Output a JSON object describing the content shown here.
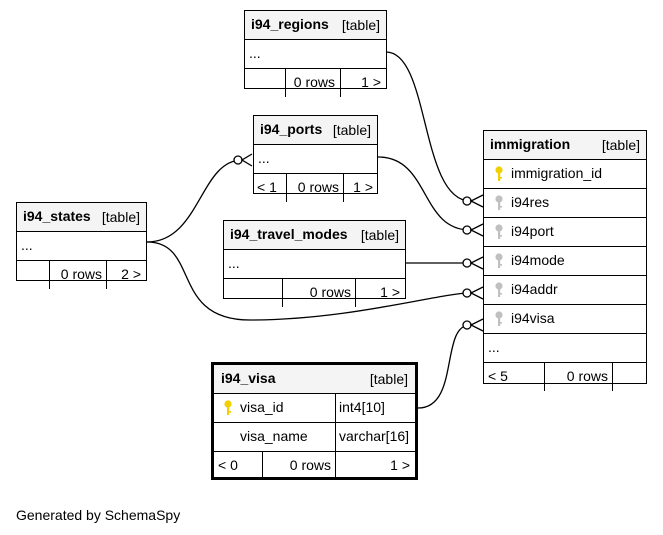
{
  "tables": {
    "i94_regions": {
      "name": "i94_regions",
      "type": "[table]",
      "body": "...",
      "rows": "0 rows",
      "next": "1 >"
    },
    "i94_ports": {
      "name": "i94_ports",
      "type": "[table]",
      "body": "...",
      "prev": "< 1",
      "rows": "0 rows",
      "next": "1 >"
    },
    "i94_states": {
      "name": "i94_states",
      "type": "[table]",
      "body": "...",
      "rows": "0 rows",
      "next": "2 >"
    },
    "i94_travel_modes": {
      "name": "i94_travel_modes",
      "type": "[table]",
      "body": "...",
      "rows": "0 rows",
      "next": "1 >"
    },
    "immigration": {
      "name": "immigration",
      "type": "[table]",
      "columns": [
        "immigration_id",
        "i94res",
        "i94port",
        "i94mode",
        "i94addr",
        "i94visa"
      ],
      "body": "...",
      "prev": "< 5",
      "rows": "0 rows"
    },
    "i94_visa": {
      "name": "i94_visa",
      "type": "[table]",
      "col1_name": "visa_id",
      "col1_type": "int4[10]",
      "col2_name": "visa_name",
      "col2_type": "varchar[16]",
      "prev": "< 0",
      "rows": "0 rows",
      "next": "1 >"
    }
  },
  "footer": "Generated by SchemaSpy",
  "colors": {
    "primary_key": "#f0d000",
    "foreign_key": "#c0c0c0",
    "header_bg": "#f4f4f4"
  }
}
